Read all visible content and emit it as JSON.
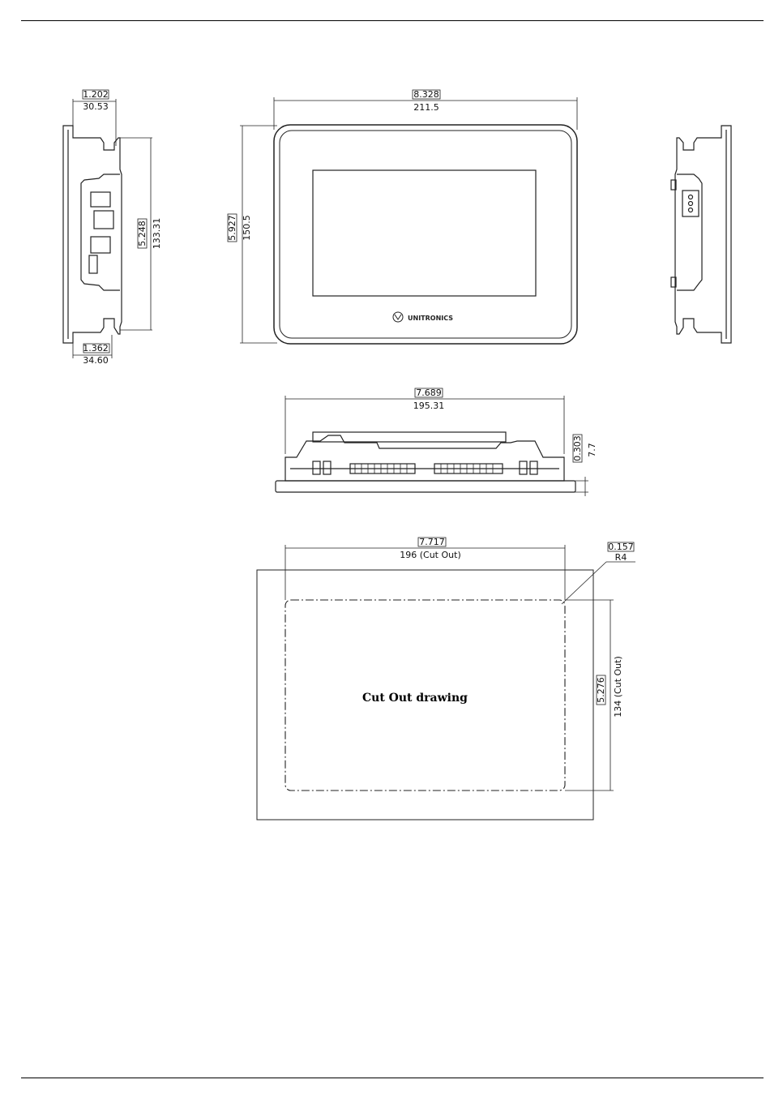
{
  "brand": {
    "logo_text": "UNITRONICS"
  },
  "dims": {
    "side_top_in": "1.202",
    "side_top_mm": "30.53",
    "side_height_in": "5.248",
    "side_height_mm": "133.31",
    "side_bottom_in": "1.362",
    "side_bottom_mm": "34.60",
    "front_width_in": "8.328",
    "front_width_mm": "211.5",
    "front_height_in": "5.927",
    "front_height_mm": "150.5",
    "bottom_width_in": "7.689",
    "bottom_width_mm": "195.31",
    "bottom_depth_in": "0.303",
    "bottom_depth_mm": "7.7",
    "cut_width_in": "7.717",
    "cut_width_mm": "196 (Cut Out)",
    "radius_in": "0.157",
    "radius_mm": "R4",
    "cut_height_in": "5.276",
    "cut_height_mm": "134 (Cut Out)"
  },
  "cutout": {
    "label": "Cut Out drawing"
  }
}
